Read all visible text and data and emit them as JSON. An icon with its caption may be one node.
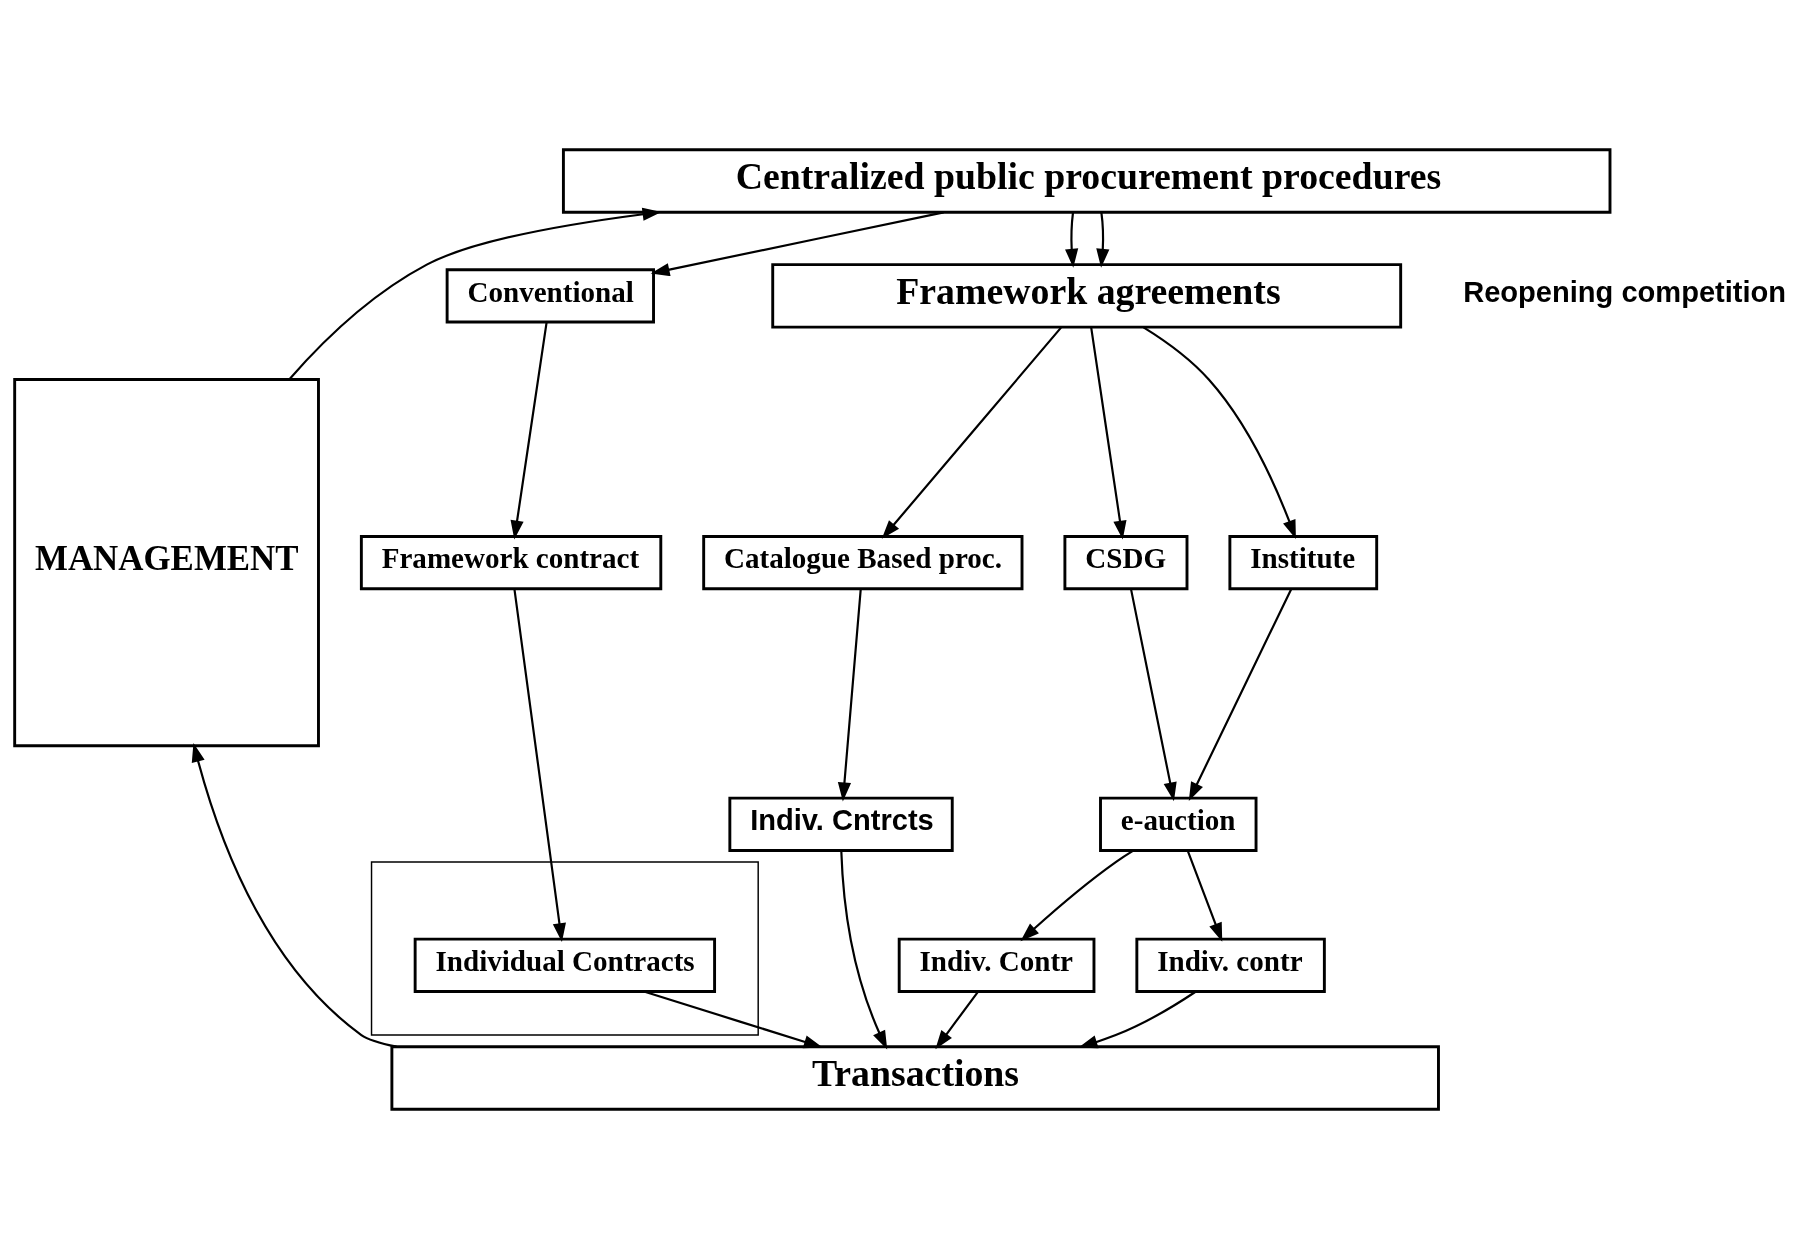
{
  "diagram": {
    "nodes": [
      {
        "text": [
          "MANAGEMENT"
        ]
      },
      {
        "text": [
          "Centralized public procurement procedures"
        ]
      },
      {
        "text": [
          "Conventional"
        ]
      },
      {
        "text": [
          "Framework agreements"
        ]
      },
      {
        "text": [
          "Framework contract"
        ]
      },
      {
        "text": [],
        "shape": "box"
      },
      {
        "text": [
          "Individual Contracts"
        ],
        "in": 5
      },
      {
        "text": [
          "Catalogue Based proc."
        ]
      },
      {
        "text": [
          "CSDG"
        ]
      },
      {
        "text": [
          "Institute"
        ]
      },
      {
        "text": [
          "Indiv. Cntrcts"
        ]
      },
      {
        "text": [
          "e-auction"
        ]
      },
      {
        "text": [
          "Indiv. Contr"
        ]
      },
      {
        "text": [
          "Indiv. contr"
        ]
      },
      {
        "text": [
          "Transactions"
        ]
      }
    ],
    "edges": [
      {
        "from": 0,
        "to": 1,
        "arrow": "to"
      },
      {
        "from": 1,
        "to": 2,
        "arrow": "to"
      },
      {
        "from": 1,
        "to": 3,
        "arrow": "to"
      },
      {
        "from": 1,
        "to": 3,
        "arrow": "to"
      },
      {
        "from": 2,
        "to": 4,
        "arrow": "to"
      },
      {
        "from": 4,
        "to": 6,
        "arrow": "to"
      },
      {
        "from": 3,
        "to": 7,
        "arrow": "to"
      },
      {
        "from": 3,
        "to": 8,
        "arrow": "to"
      },
      {
        "from": 3,
        "to": 9,
        "arrow": "to"
      },
      {
        "from": 7,
        "to": 10,
        "arrow": "to"
      },
      {
        "from": 8,
        "to": 11,
        "arrow": "to"
      },
      {
        "from": 9,
        "to": 11,
        "arrow": "to"
      },
      {
        "from": 11,
        "to": 12,
        "arrow": "to"
      },
      {
        "from": 11,
        "to": 13,
        "arrow": "to"
      },
      {
        "from": 6,
        "to": 14,
        "arrow": "to"
      },
      {
        "from": 10,
        "to": 14,
        "arrow": "to"
      },
      {
        "from": 12,
        "to": 14,
        "arrow": "to"
      },
      {
        "from": 13,
        "to": 14,
        "arrow": "to"
      },
      {
        "from": 14,
        "to": 0,
        "arrow": "to"
      }
    ],
    "labels": [
      "Reopening competition"
    ]
  }
}
